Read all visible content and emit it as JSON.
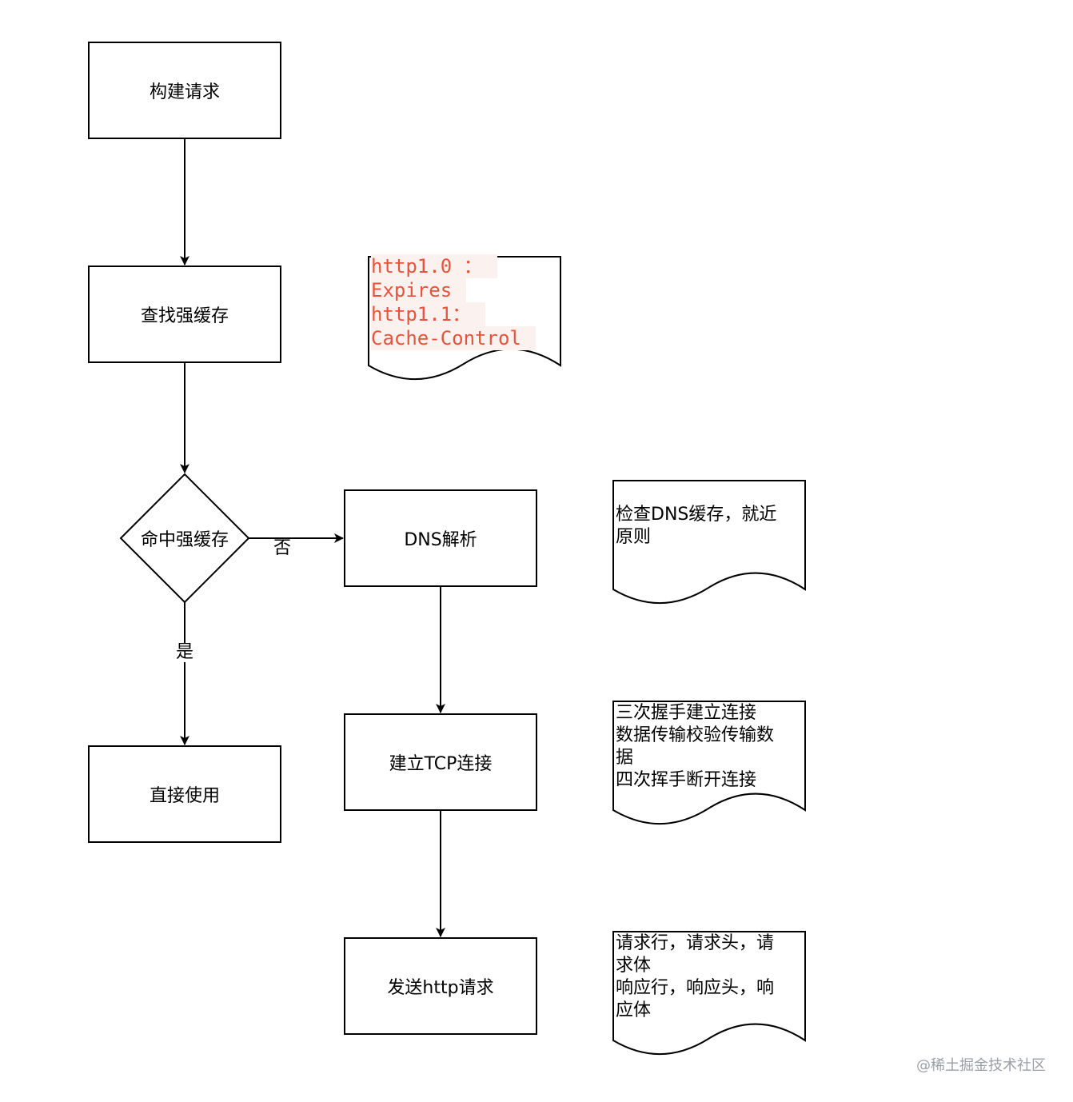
{
  "nodes": {
    "build_request": "构建请求",
    "find_strong_cache": "查找强缓存",
    "hit_strong_cache": "命中强缓存",
    "use_directly": "直接使用",
    "dns_resolve": "DNS解析",
    "tcp_connect": "建立TCP连接",
    "send_http": "发送http请求"
  },
  "edges": {
    "yes_label": "是",
    "no_label": "否"
  },
  "notes": {
    "cache_headers": [
      "http1.0 ：",
      "Expires",
      "http1.1：",
      "Cache-Control"
    ],
    "dns_note": "检查DNS缓存，就近\n原则",
    "tcp_note": "三次握手建立连接\n数据传输校验传输数\n据\n四次挥手断开连接",
    "http_note": "请求行，请求头，请\n求体\n响应行，响应头，响\n应体"
  },
  "watermark": "@稀土掘金技术社区",
  "colors": {
    "stroke": "#000000",
    "code_text": "#e8543a",
    "code_bg": "#fbf1ee",
    "watermark": "#9aa0a6"
  }
}
